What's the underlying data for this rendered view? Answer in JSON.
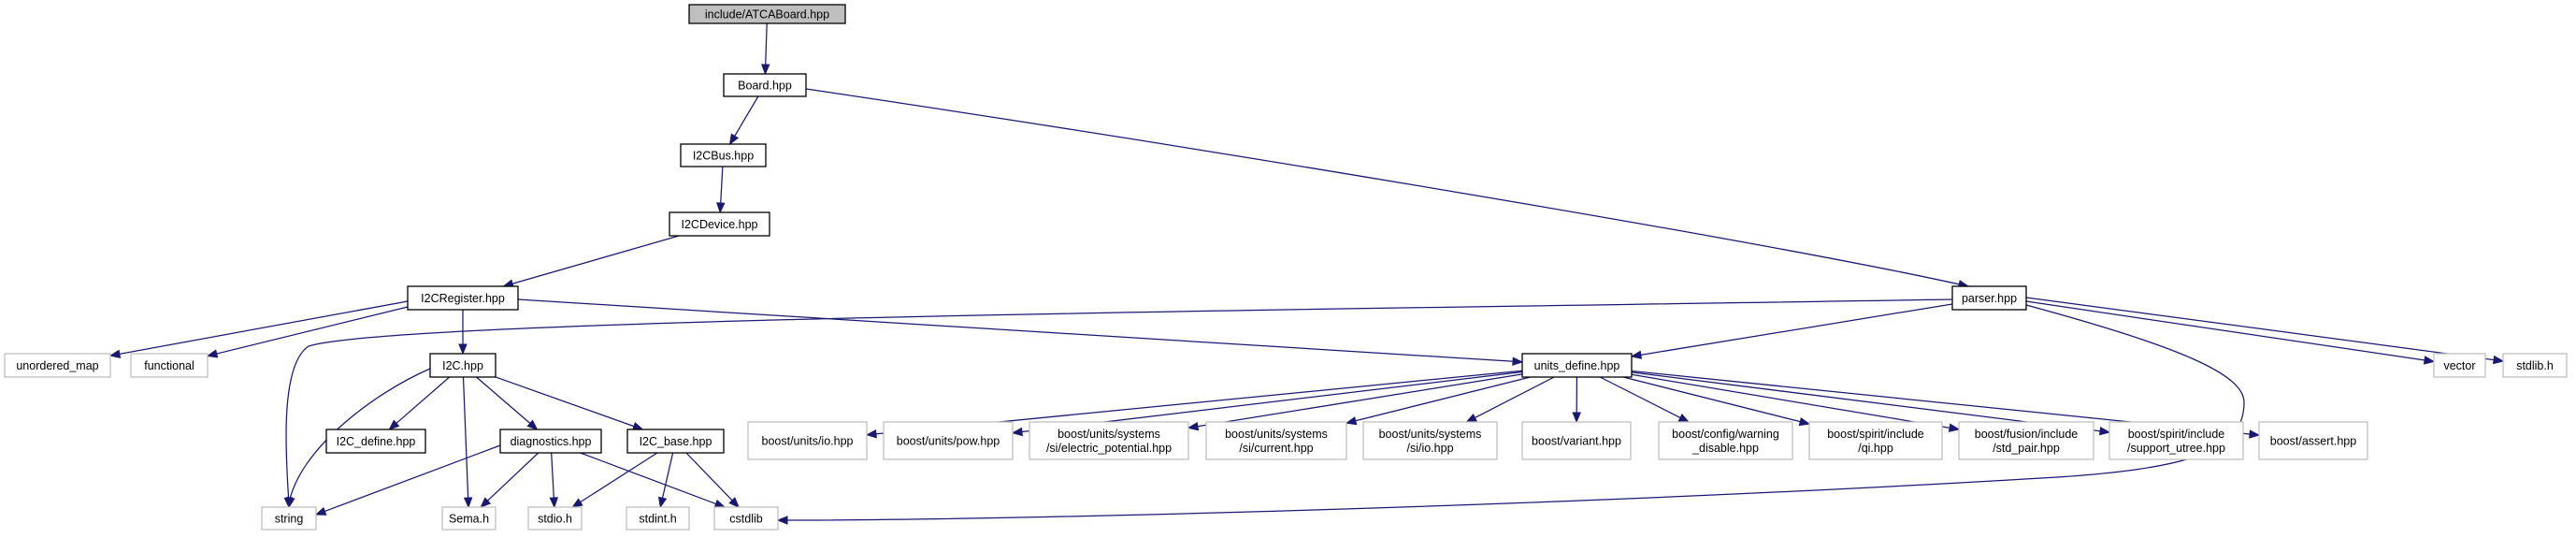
{
  "graph": {
    "nodes": [
      {
        "id": "atca",
        "lines": [
          "include/ATCABoard.hpp"
        ],
        "kind": "root"
      },
      {
        "id": "board",
        "lines": [
          "Board.hpp"
        ],
        "kind": "local"
      },
      {
        "id": "i2cbus",
        "lines": [
          "I2CBus.hpp"
        ],
        "kind": "local"
      },
      {
        "id": "i2cdevice",
        "lines": [
          "I2CDevice.hpp"
        ],
        "kind": "local"
      },
      {
        "id": "i2creg",
        "lines": [
          "I2CRegister.hpp"
        ],
        "kind": "local"
      },
      {
        "id": "parser",
        "lines": [
          "parser.hpp"
        ],
        "kind": "local"
      },
      {
        "id": "unordered",
        "lines": [
          "unordered_map"
        ],
        "kind": "external"
      },
      {
        "id": "functional",
        "lines": [
          "functional"
        ],
        "kind": "external"
      },
      {
        "id": "i2c",
        "lines": [
          "I2C.hpp"
        ],
        "kind": "local"
      },
      {
        "id": "units",
        "lines": [
          "units_define.hpp"
        ],
        "kind": "local"
      },
      {
        "id": "vector",
        "lines": [
          "vector"
        ],
        "kind": "external"
      },
      {
        "id": "stdlib",
        "lines": [
          "stdlib.h"
        ],
        "kind": "external"
      },
      {
        "id": "i2cdefine",
        "lines": [
          "I2C_define.hpp"
        ],
        "kind": "local"
      },
      {
        "id": "diag",
        "lines": [
          "diagnostics.hpp"
        ],
        "kind": "local"
      },
      {
        "id": "i2cbase",
        "lines": [
          "I2C_base.hpp"
        ],
        "kind": "local"
      },
      {
        "id": "string",
        "lines": [
          "string"
        ],
        "kind": "external"
      },
      {
        "id": "sema",
        "lines": [
          "Sema.h"
        ],
        "kind": "external"
      },
      {
        "id": "stdio",
        "lines": [
          "stdio.h"
        ],
        "kind": "external"
      },
      {
        "id": "stdint",
        "lines": [
          "stdint.h"
        ],
        "kind": "external"
      },
      {
        "id": "cstdlib",
        "lines": [
          "cstdlib"
        ],
        "kind": "external"
      },
      {
        "id": "bunitsio",
        "lines": [
          "boost/units/io.hpp"
        ],
        "kind": "external"
      },
      {
        "id": "bpow",
        "lines": [
          "boost/units/pow.hpp"
        ],
        "kind": "external"
      },
      {
        "id": "bep",
        "lines": [
          "boost/units/systems",
          "/si/electric_potential.hpp"
        ],
        "kind": "external"
      },
      {
        "id": "bcur",
        "lines": [
          "boost/units/systems",
          "/si/current.hpp"
        ],
        "kind": "external"
      },
      {
        "id": "bsiio",
        "lines": [
          "boost/units/systems",
          "/si/io.hpp"
        ],
        "kind": "external"
      },
      {
        "id": "bvariant",
        "lines": [
          "boost/variant.hpp"
        ],
        "kind": "external"
      },
      {
        "id": "bwarn",
        "lines": [
          "boost/config/warning",
          "_disable.hpp"
        ],
        "kind": "external"
      },
      {
        "id": "bqi",
        "lines": [
          "boost/spirit/include",
          "/qi.hpp"
        ],
        "kind": "external"
      },
      {
        "id": "bpair",
        "lines": [
          "boost/fusion/include",
          "/std_pair.hpp"
        ],
        "kind": "external"
      },
      {
        "id": "butree",
        "lines": [
          "boost/spirit/include",
          "/support_utree.hpp"
        ],
        "kind": "external"
      },
      {
        "id": "bassert",
        "lines": [
          "boost/assert.hpp"
        ],
        "kind": "external"
      }
    ],
    "edges": [
      [
        "atca",
        "board"
      ],
      [
        "board",
        "i2cbus"
      ],
      [
        "board",
        "parser"
      ],
      [
        "i2cbus",
        "i2cdevice"
      ],
      [
        "i2cdevice",
        "i2creg"
      ],
      [
        "i2creg",
        "unordered"
      ],
      [
        "i2creg",
        "functional"
      ],
      [
        "i2creg",
        "i2c"
      ],
      [
        "i2creg",
        "units"
      ],
      [
        "parser",
        "string"
      ],
      [
        "parser",
        "units"
      ],
      [
        "parser",
        "cstdlib"
      ],
      [
        "parser",
        "vector"
      ],
      [
        "parser",
        "stdlib"
      ],
      [
        "i2c",
        "string"
      ],
      [
        "i2c",
        "i2cdefine"
      ],
      [
        "i2c",
        "diag"
      ],
      [
        "i2c",
        "i2cbase"
      ],
      [
        "i2c",
        "sema"
      ],
      [
        "diag",
        "string"
      ],
      [
        "diag",
        "sema"
      ],
      [
        "diag",
        "stdio"
      ],
      [
        "diag",
        "cstdlib"
      ],
      [
        "i2cbase",
        "stdio"
      ],
      [
        "i2cbase",
        "stdint"
      ],
      [
        "i2cbase",
        "cstdlib"
      ],
      [
        "units",
        "bunitsio"
      ],
      [
        "units",
        "bpow"
      ],
      [
        "units",
        "bep"
      ],
      [
        "units",
        "bcur"
      ],
      [
        "units",
        "bsiio"
      ],
      [
        "units",
        "bvariant"
      ],
      [
        "units",
        "bwarn"
      ],
      [
        "units",
        "bqi"
      ],
      [
        "units",
        "bpair"
      ],
      [
        "units",
        "butree"
      ],
      [
        "units",
        "bassert"
      ]
    ]
  }
}
